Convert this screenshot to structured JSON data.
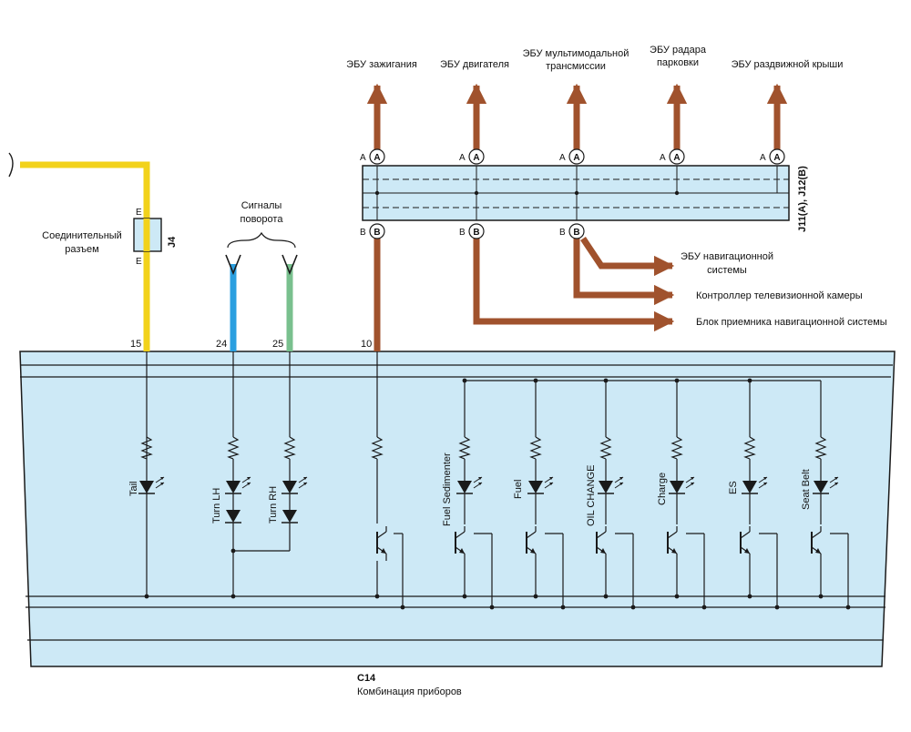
{
  "colors": {
    "panel_fill": "#cde9f6",
    "panel_stroke": "#1a1a1a",
    "wire_brown": "#a0522d",
    "wire_yellow": "#f2d21b",
    "wire_blue": "#2a9fe0",
    "wire_green": "#79c08e",
    "line_dark": "#1a1a1a"
  },
  "ecu_targets": {
    "ignition": "ЭБУ зажигания",
    "engine": "ЭБУ двигателя",
    "transmission": [
      "ЭБУ мультимодальной",
      "трансмиссии"
    ],
    "parking_radar": [
      "ЭБУ радара",
      "парковки"
    ],
    "sunroof": "ЭБУ раздвижной крыши"
  },
  "bus_connector": {
    "label": "J11(A), J12(B)",
    "pin_a": "A",
    "pin_b": "B",
    "side_letter_a": "A",
    "side_letter_b": "B"
  },
  "b_outputs": {
    "navigation_ecu": [
      "ЭБУ навигационной",
      "системы"
    ],
    "tv_camera": "Контроллер телевизионной камеры",
    "nav_receiver": "Блок приемника навигационной системы"
  },
  "junction_connector": {
    "title": [
      "Соединительный",
      "разъем"
    ],
    "code": "J4",
    "pin_top": "E",
    "pin_bottom": "E"
  },
  "turn_signals": {
    "title": [
      "Сигналы",
      "поворота"
    ]
  },
  "meter_pins": {
    "p15": "15",
    "p24": "24",
    "p25": "25",
    "p10": "10"
  },
  "indicators": {
    "tail": "Tail",
    "turn_lh": "Turn LH",
    "turn_rh": "Turn RH",
    "fuel_sedimenter": "Fuel Sedimenter",
    "fuel": "Fuel",
    "oil_change": "OIL CHANGE",
    "charge": "Charge",
    "es": "ES",
    "seat_belt": "Seat Belt"
  },
  "meter": {
    "code": "C14",
    "name": "Комбинация приборов"
  }
}
